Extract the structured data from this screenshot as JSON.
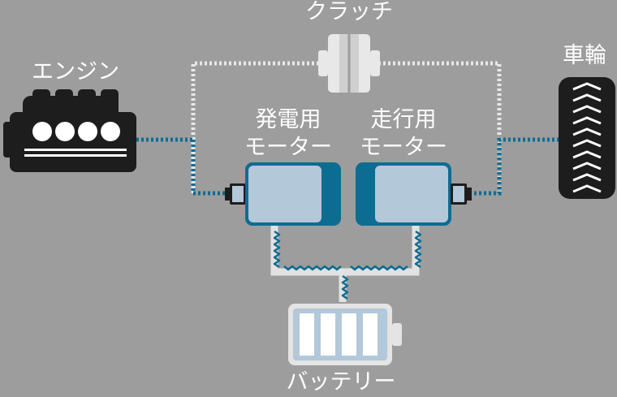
{
  "labels": {
    "clutch": "クラッチ",
    "engine": "エンジン",
    "wheel": "車輪",
    "generator_line1": "発電用",
    "generator_line2": "モーター",
    "drive_line1": "走行用",
    "drive_line2": "モーター",
    "battery": "バッテリー"
  },
  "colors": {
    "background": "#9d9d9d",
    "dark": "#1d1d1d",
    "blue": "#0d6c92",
    "light_blue": "#b3c8d9",
    "white": "#ffffff",
    "pale": "#e8e8e8"
  }
}
